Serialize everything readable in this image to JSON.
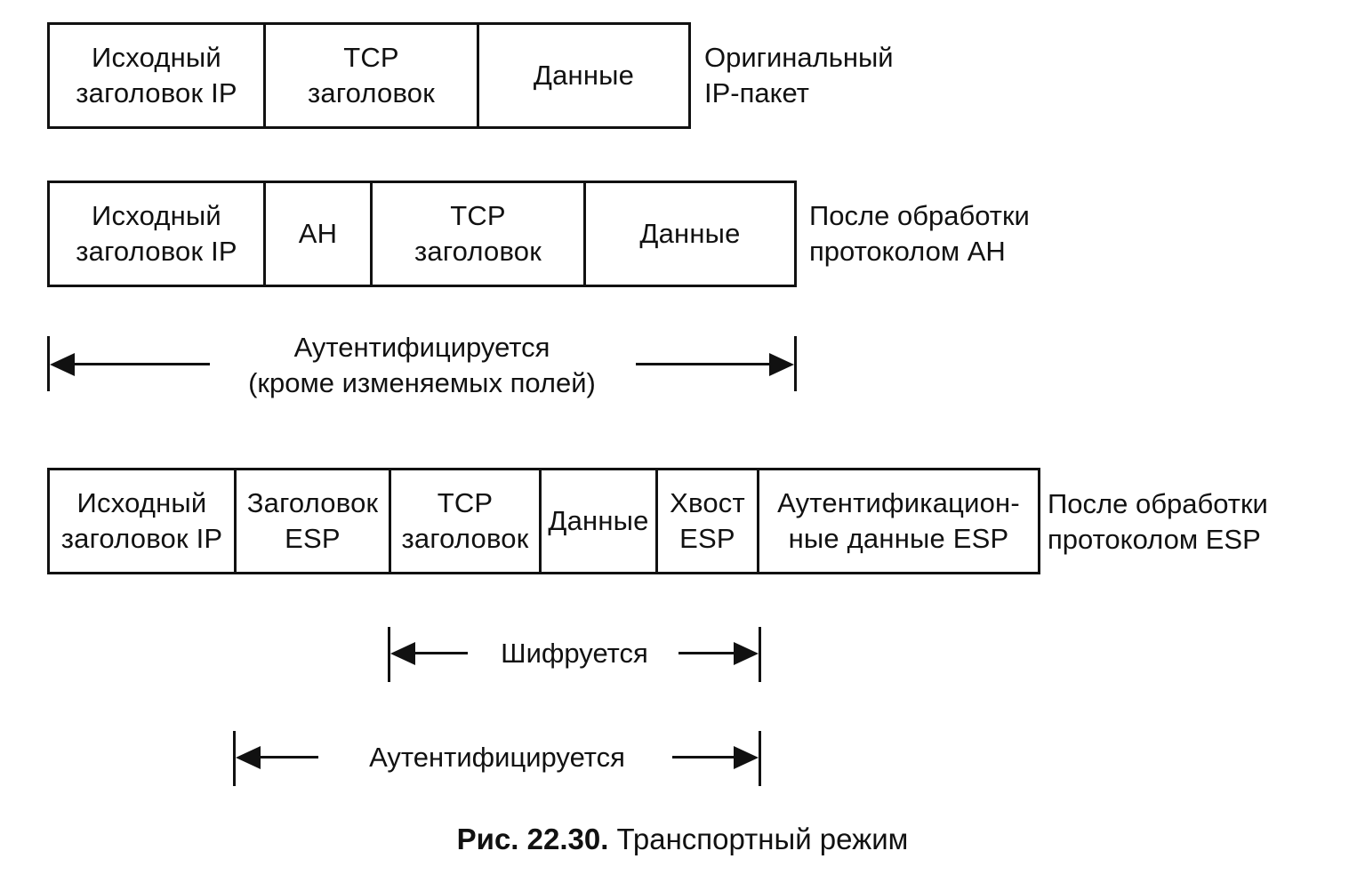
{
  "packet_original": {
    "cells": [
      "Исходный\nзаголовок IP",
      "TCP\nзаголовок",
      "Данные"
    ],
    "label": "Оригинальный\nIP-пакет"
  },
  "packet_ah": {
    "cells": [
      "Исходный\nзаголовок IP",
      "AH",
      "TCP\nзаголовок",
      "Данные"
    ],
    "label": "После обработки\nпротоколом AH"
  },
  "range_ah_auth": {
    "label": "Аутентифицируется\n(кроме изменяемых полей)"
  },
  "packet_esp": {
    "cells": [
      "Исходный\nзаголовок IP",
      "Заголовок\nESP",
      "TCP\nзаголовок",
      "Данные",
      "Хвост\nESP",
      "Аутентификацион-\nные данные ESP"
    ],
    "label": "После обработки\nпротоколом ESP"
  },
  "range_esp_encrypt": {
    "label": "Шифруется"
  },
  "range_esp_auth": {
    "label": "Аутентифицируется"
  },
  "caption": {
    "number": "Рис. 22.30.",
    "text": " Транспортный режим"
  }
}
